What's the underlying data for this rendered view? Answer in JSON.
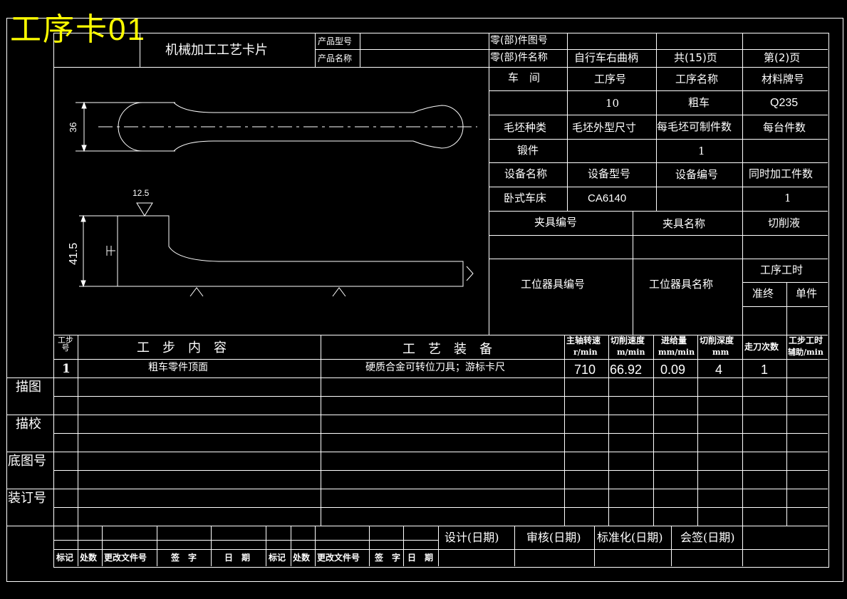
{
  "banner": "工序卡01",
  "header": {
    "title": "机械加工工艺卡片",
    "product_model_label": "产品型号",
    "product_name_label": "产品名称",
    "part_drawing_label": "零(部)件图号",
    "part_name_label": "零(部)件名称",
    "part_name": "自行车右曲柄",
    "total_pages": "共(15)页",
    "page_no": "第(2)页"
  },
  "drawing": {
    "dim_width": "36",
    "dim_height": "41.5",
    "roughness": "12.5"
  },
  "info": {
    "workshop_label": "车　间",
    "op_no_label": "工序号",
    "op_name_label": "工序名称",
    "material_label": "材料牌号",
    "op_no": "10",
    "op_name": "粗车",
    "material": "Q235",
    "blank_type_label": "毛坯种类",
    "blank_size_label": "毛坯外型尺寸",
    "per_blank_label": "每毛坯可制件数",
    "per_unit_label": "每台件数",
    "blank_type": "锻件",
    "per_blank": "1",
    "equip_name_label": "设备名称",
    "equip_model_label": "设备型号",
    "equip_no_label": "设备编号",
    "simultaneous_label": "同时加工件数",
    "equip_name": "卧式车床",
    "equip_model": "CA6140",
    "simultaneous": "1",
    "fixture_no_label": "夹具编号",
    "fixture_name_label": "夹具名称",
    "coolant_label": "切削液",
    "station_tool_no_label": "工位器具编号",
    "station_tool_name_label": "工位器具名称",
    "op_time_label": "工序工时",
    "prep_final_label": "准终",
    "single_label": "单件"
  },
  "table": {
    "step_label": "工步号",
    "content_label": "工　步　内　容",
    "equipment_label": "工　艺　装　备",
    "spindle_label": "主轴转速",
    "spindle_unit": "r/min",
    "cutting_speed_label": "切削速度",
    "cutting_speed_unit": "m/min",
    "feed_label": "进给量",
    "feed_unit": "mm/min",
    "depth_label": "切削深度",
    "depth_unit": "mm",
    "passes_label": "走刀次数",
    "step_time_label": "工步工时",
    "aux_label": "辅助/min",
    "rows": [
      {
        "step": "1",
        "content": "粗车零件顶面",
        "equipment": "硬质合金可转位刀具；游标卡尺",
        "spindle": "710",
        "cutting_speed": "66.92",
        "feed": "0.09",
        "depth": "4",
        "passes": "1"
      }
    ]
  },
  "side_labels": [
    "描图",
    "描校",
    "底图号",
    "装订号"
  ],
  "footer": {
    "design": "设计(日期)",
    "review": "审核(日期)",
    "standard": "标准化(日期)",
    "countersign": "会签(日期)",
    "mark": "标记",
    "place": "处数",
    "change_doc": "更改文件号",
    "sign": "签　字",
    "date": "日　期"
  },
  "colors": {
    "background": "#000000",
    "lines": "#ffffff",
    "banner": "#ffff00"
  }
}
